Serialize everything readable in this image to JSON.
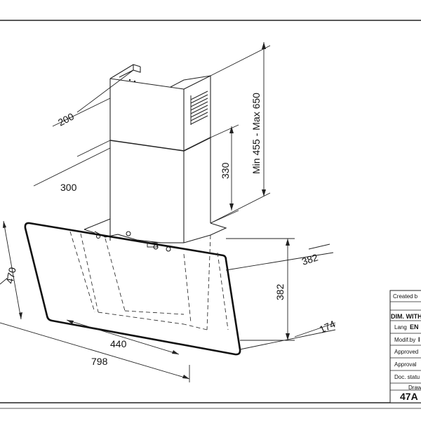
{
  "dimensions": {
    "chimney_depth": "200",
    "chimney_width": "300",
    "chimney_lower": "330",
    "chimney_range": "Min  455  -  Max  650",
    "glass_height": "470",
    "depth_382_top": "382",
    "height_382": "382",
    "depth_174": "174",
    "width_440": "440",
    "width_798": "798"
  },
  "title_block": {
    "created_by": "Created b",
    "dim_with": "DIM. WITH",
    "lang_label": "Lang",
    "lang_value": "EN",
    "modif_label": "Modif.by",
    "modif_value": "I",
    "approved": "Approved",
    "approval": "Approval",
    "doc_status": "Doc. statu",
    "drawing_label": "Draw",
    "drawing_number": "47A"
  }
}
